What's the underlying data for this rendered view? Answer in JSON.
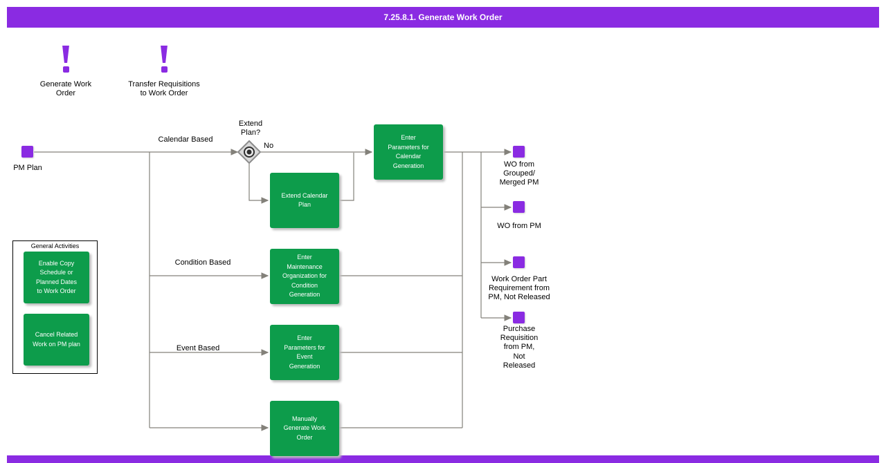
{
  "colors": {
    "purple": "#8A2BE2",
    "green": "#0D9C4B",
    "line": "#83817A"
  },
  "header": {
    "title": "7.25.8.1. Generate Work Order"
  },
  "artifacts": [
    {
      "label": "Generate Work\nOrder"
    },
    {
      "label": "Transfer Requisitions\nto Work Order"
    }
  ],
  "start": {
    "label": "PM Plan"
  },
  "decision": {
    "question": "Extend\nPlan?",
    "no": "No"
  },
  "branches": {
    "calendar": "Calendar Based",
    "condition": "Condition Based",
    "event": "Event Based"
  },
  "tasks": {
    "calendar_params": "Enter\nParameters for\nCalendar\nGeneration",
    "extend_plan": "Extend Calendar\nPlan",
    "condition_org": "Enter\nMaintenance\nOrganization for\nCondition\nGeneration",
    "event_params": "Enter\nParameters for\nEvent\nGeneration",
    "manual_generate": "Manually\nGenerate Work\nOrder"
  },
  "general_activities": {
    "title": "General Activities",
    "items": [
      "Enable Copy\nSchedule or\nPlanned Dates\nto Work Order",
      "Cancel Related\nWork on PM plan"
    ]
  },
  "outputs": [
    {
      "label": "WO from\nGrouped/\nMerged PM"
    },
    {
      "label": "WO from PM"
    },
    {
      "label": "Work Order Part\nRequirement from\nPM, Not Released"
    },
    {
      "label": "Purchase\nRequisition\nfrom PM,\nNot\nReleased"
    }
  ]
}
